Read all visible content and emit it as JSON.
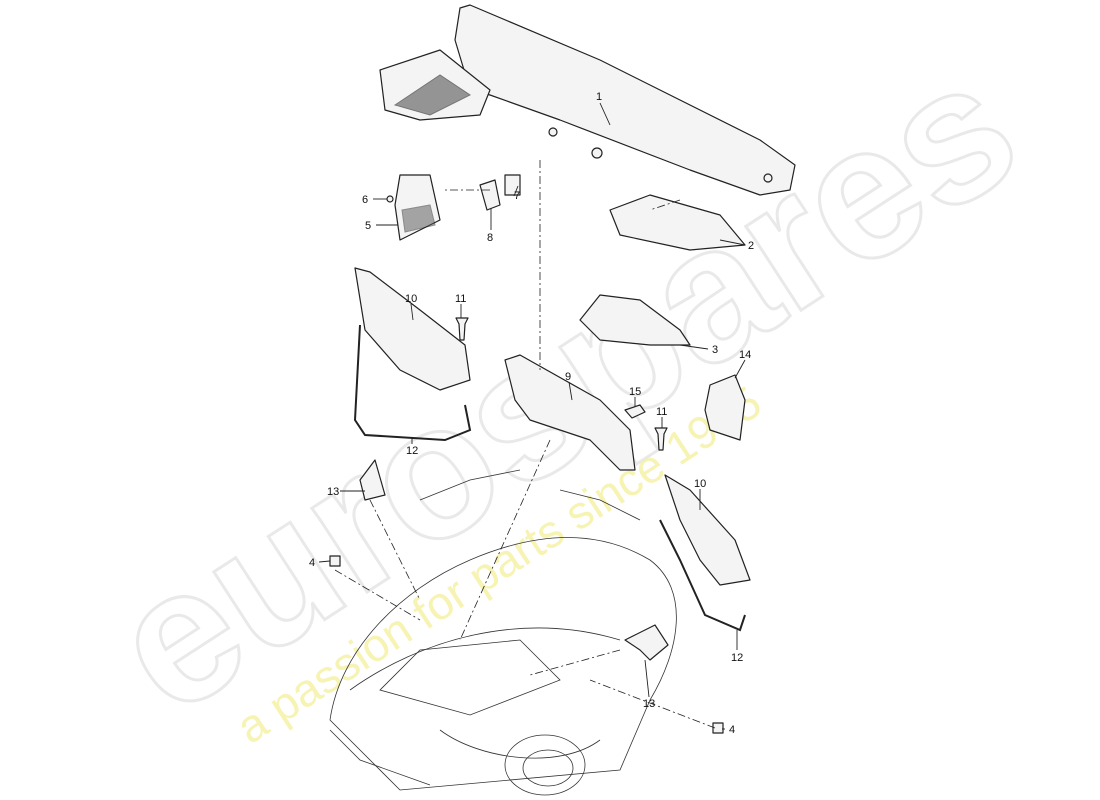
{
  "watermark": {
    "brand": "eurospares",
    "tagline": "a passion for parts since 1985",
    "brand_color": "#e9e9e9",
    "tagline_color": "#f3f09a"
  },
  "callouts": [
    {
      "id": "1",
      "label": "1"
    },
    {
      "id": "2",
      "label": "2"
    },
    {
      "id": "3",
      "label": "3"
    },
    {
      "id": "4a",
      "label": "4"
    },
    {
      "id": "4b",
      "label": "4"
    },
    {
      "id": "5",
      "label": "5"
    },
    {
      "id": "6",
      "label": "6"
    },
    {
      "id": "7",
      "label": "7"
    },
    {
      "id": "8",
      "label": "8"
    },
    {
      "id": "9",
      "label": "9"
    },
    {
      "id": "10a",
      "label": "10"
    },
    {
      "id": "10b",
      "label": "10"
    },
    {
      "id": "11a",
      "label": "11"
    },
    {
      "id": "11b",
      "label": "11"
    },
    {
      "id": "12a",
      "label": "12"
    },
    {
      "id": "12b",
      "label": "12"
    },
    {
      "id": "13a",
      "label": "13"
    },
    {
      "id": "13b",
      "label": "13"
    },
    {
      "id": "14",
      "label": "14"
    },
    {
      "id": "15",
      "label": "15"
    }
  ]
}
